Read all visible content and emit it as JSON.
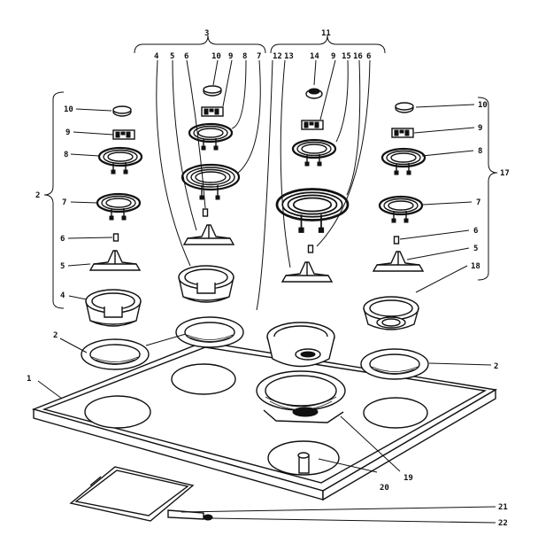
{
  "callouts": {
    "c1": "1",
    "c2a": "2",
    "c2b": "2",
    "c2c": "2",
    "c3": "3",
    "c4a": "4",
    "c4b": "4",
    "c5a": "5",
    "c5b": "5",
    "c5c": "5",
    "c6a": "6",
    "c6b": "6",
    "c6c": "6",
    "c6d": "6",
    "c7a": "7",
    "c7b": "7",
    "c7c": "7",
    "c8a": "8",
    "c8b": "8",
    "c8c": "8",
    "c9a": "9",
    "c9b": "9",
    "c9c": "9",
    "c9d": "9",
    "c10a": "10",
    "c10b": "10",
    "c10c": "10",
    "c11": "11",
    "c12": "12",
    "c13": "13",
    "c14": "14",
    "c15": "15",
    "c16": "16",
    "c17": "17",
    "c18": "18",
    "c19": "19",
    "c20": "20",
    "c21": "21",
    "c22": "22"
  }
}
